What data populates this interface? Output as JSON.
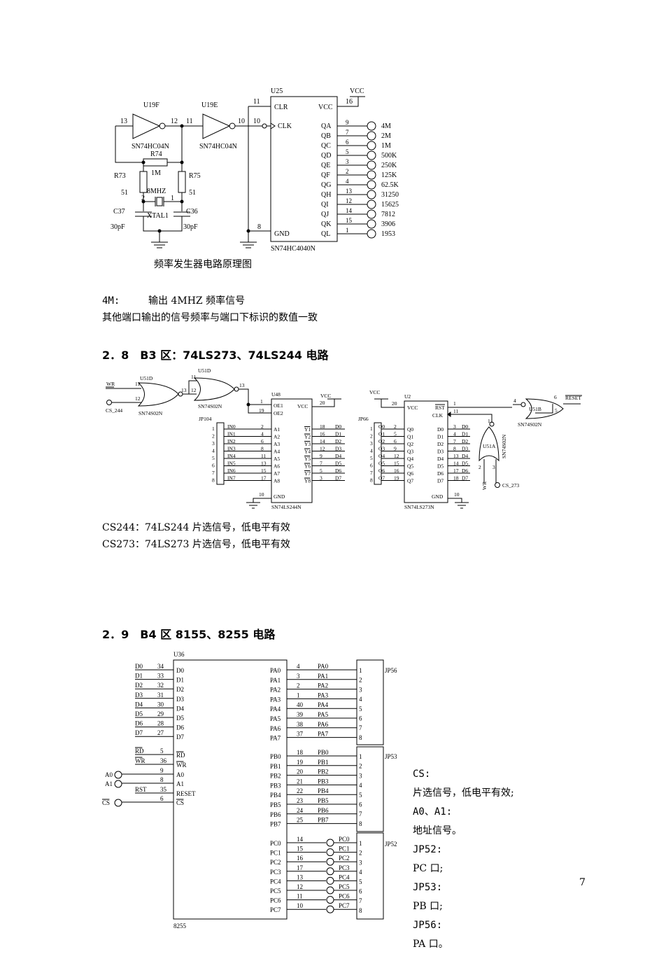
{
  "fig1": {
    "caption": "频率发生器电路原理图",
    "u19f": "U19F",
    "u19e": "U19E",
    "u19_part": "SN74HC04N",
    "u25": "U25",
    "u25_part": "SN74HC4040N",
    "vcc": "VCC",
    "clr": "CLR",
    "clk": "CLK",
    "gnd": "GND",
    "r74": "R74",
    "r74_val": "1M",
    "r73": "R73",
    "r73_val": "51",
    "r75": "R75",
    "r75_val": "51",
    "xtal": "XTAL1",
    "xtal_freq": "8MHZ",
    "c37": "C37",
    "c37_val": "30pF",
    "c36": "C36",
    "c36_val": "30pF",
    "pins": {
      "p13": "13",
      "p12": "12",
      "p11": "11",
      "p10": "10",
      "p11b": "11",
      "p10b": "10",
      "p16": "16",
      "p8": "8",
      "p2": "2",
      "p1": "1"
    },
    "outputs": [
      {
        "name": "QA",
        "pin": "9",
        "freq": "4M"
      },
      {
        "name": "QB",
        "pin": "7",
        "freq": "2M"
      },
      {
        "name": "QC",
        "pin": "6",
        "freq": "1M"
      },
      {
        "name": "QD",
        "pin": "5",
        "freq": "500K"
      },
      {
        "name": "QE",
        "pin": "3",
        "freq": "250K"
      },
      {
        "name": "QF",
        "pin": "2",
        "freq": "125K"
      },
      {
        "name": "QG",
        "pin": "4",
        "freq": "62.5K"
      },
      {
        "name": "QH",
        "pin": "13",
        "freq": "31250"
      },
      {
        "name": "QI",
        "pin": "12",
        "freq": "15625"
      },
      {
        "name": "QJ",
        "pin": "14",
        "freq": "7812"
      },
      {
        "name": "QK",
        "pin": "15",
        "freq": "3906"
      },
      {
        "name": "QL",
        "pin": "1",
        "freq": "1953"
      }
    ]
  },
  "notes1": {
    "line1_label": "4M:",
    "line1_text": "输出 4MHZ 频率信号",
    "line2": "其他端口输出的信号频率与端口下标识的数值一致"
  },
  "section28": {
    "title": "2．8　B3 区：74LS273、74LS244 电路"
  },
  "fig2": {
    "u51d": "U51D",
    "u51d_part": "SN74S02N",
    "wr": "WR",
    "cs244": "CS_244",
    "u48": "U48",
    "u48_part": "SN74LS244N",
    "oe1": "OE1",
    "oe2": "OE2",
    "jp104": "JP104",
    "jp66": "JP66",
    "u2": "U2",
    "u2_part": "SN74LS273N",
    "rst": "RST",
    "clk": "CLK",
    "u51b": "U51B",
    "u51b_part": "SN74S02N",
    "u51a": "U51A",
    "u51a_part": "SN74S02N",
    "reset": "RESET",
    "cs273": "CS_273",
    "vcc": "VCC",
    "gnd": "GND",
    "in_pins": [
      {
        "jp": "1",
        "net": "IN0",
        "pin": "2",
        "a": "A1",
        "y": "Y1",
        "ypin": "18",
        "d": "D0"
      },
      {
        "jp": "2",
        "net": "IN1",
        "pin": "4",
        "a": "A2",
        "y": "Y2",
        "ypin": "16",
        "d": "D1"
      },
      {
        "jp": "3",
        "net": "IN2",
        "pin": "6",
        "a": "A3",
        "y": "Y3",
        "ypin": "14",
        "d": "D2"
      },
      {
        "jp": "4",
        "net": "IN3",
        "pin": "8",
        "a": "A4",
        "y": "Y4",
        "ypin": "12",
        "d": "D3"
      },
      {
        "jp": "5",
        "net": "IN4",
        "pin": "11",
        "a": "A5",
        "y": "Y5",
        "ypin": "9",
        "d": "D4"
      },
      {
        "jp": "6",
        "net": "IN5",
        "pin": "13",
        "a": "A6",
        "y": "Y6",
        "ypin": "7",
        "d": "D5"
      },
      {
        "jp": "7",
        "net": "IN6",
        "pin": "15",
        "a": "A7",
        "y": "Y7",
        "ypin": "5",
        "d": "D6"
      },
      {
        "jp": "8",
        "net": "IN7",
        "pin": "17",
        "a": "A8",
        "y": "Y8",
        "ypin": "3",
        "d": "D7"
      }
    ],
    "out_pins": [
      {
        "jp": "1",
        "net": "O0",
        "pin": "2",
        "q": "Q0",
        "d": "D0",
        "dpin": "3"
      },
      {
        "jp": "2",
        "net": "O1",
        "pin": "5",
        "q": "Q1",
        "d": "D1",
        "dpin": "4"
      },
      {
        "jp": "3",
        "net": "O2",
        "pin": "6",
        "q": "Q2",
        "d": "D2",
        "dpin": "7"
      },
      {
        "jp": "4",
        "net": "O3",
        "pin": "9",
        "q": "Q3",
        "d": "D3",
        "dpin": "8"
      },
      {
        "jp": "5",
        "net": "O4",
        "pin": "12",
        "q": "Q4",
        "d": "D4",
        "dpin": "13"
      },
      {
        "jp": "6",
        "net": "O5",
        "pin": "15",
        "q": "Q5",
        "d": "D5",
        "dpin": "14"
      },
      {
        "jp": "7",
        "net": "O6",
        "pin": "16",
        "q": "Q6",
        "d": "D6",
        "dpin": "17"
      },
      {
        "jp": "8",
        "net": "O7",
        "pin": "19",
        "q": "Q7",
        "d": "D7",
        "dpin": "18"
      }
    ]
  },
  "notes2": {
    "line1": "CS244：74LS244 片选信号，低电平有效",
    "line2": "CS273：74LS273 片选信号，低电平有效"
  },
  "section29": {
    "title": "2．9　B4 区 8155、8255 电路"
  },
  "fig3": {
    "u36": "U36",
    "part": "8255",
    "jp56": "JP56",
    "jp53": "JP53",
    "jp52": "JP52",
    "data_pins": [
      {
        "net": "D0",
        "pin": "34",
        "name": "D0"
      },
      {
        "net": "D1",
        "pin": "33",
        "name": "D1"
      },
      {
        "net": "D2",
        "pin": "32",
        "name": "D2"
      },
      {
        "net": "D3",
        "pin": "31",
        "name": "D3"
      },
      {
        "net": "D4",
        "pin": "30",
        "name": "D4"
      },
      {
        "net": "D5",
        "pin": "29",
        "name": "D5"
      },
      {
        "net": "D6",
        "pin": "28",
        "name": "D6"
      },
      {
        "net": "D7",
        "pin": "27",
        "name": "D7"
      }
    ],
    "ctrl_pins": [
      {
        "net": "RD",
        "pin": "5",
        "name": "RD"
      },
      {
        "net": "WR",
        "pin": "36",
        "name": "WR"
      },
      {
        "net": "A0",
        "pin": "9",
        "name": "A0"
      },
      {
        "net": "A1",
        "pin": "8",
        "name": "A1"
      },
      {
        "net": "RST",
        "pin": "35",
        "name": "RESET"
      },
      {
        "net": "CS",
        "pin": "6",
        "name": "CS"
      }
    ],
    "pa": [
      {
        "name": "PA0",
        "pin": "4"
      },
      {
        "name": "PA1",
        "pin": "3"
      },
      {
        "name": "PA2",
        "pin": "2"
      },
      {
        "name": "PA3",
        "pin": "1"
      },
      {
        "name": "PA4",
        "pin": "40"
      },
      {
        "name": "PA5",
        "pin": "39"
      },
      {
        "name": "PA6",
        "pin": "38"
      },
      {
        "name": "PA7",
        "pin": "37"
      }
    ],
    "pb": [
      {
        "name": "PB0",
        "pin": "18"
      },
      {
        "name": "PB1",
        "pin": "19"
      },
      {
        "name": "PB2",
        "pin": "20"
      },
      {
        "name": "PB3",
        "pin": "21"
      },
      {
        "name": "PB4",
        "pin": "22"
      },
      {
        "name": "PB5",
        "pin": "23"
      },
      {
        "name": "PB6",
        "pin": "24"
      },
      {
        "name": "PB7",
        "pin": "25"
      }
    ],
    "pc": [
      {
        "name": "PC0",
        "pin": "14"
      },
      {
        "name": "PC1",
        "pin": "15"
      },
      {
        "name": "PC2",
        "pin": "16"
      },
      {
        "name": "PC3",
        "pin": "17"
      },
      {
        "name": "PC4",
        "pin": "13"
      },
      {
        "name": "PC5",
        "pin": "12"
      },
      {
        "name": "PC6",
        "pin": "11"
      },
      {
        "name": "PC7",
        "pin": "10"
      }
    ],
    "conn_pins": [
      "1",
      "2",
      "3",
      "4",
      "5",
      "6",
      "7",
      "8"
    ]
  },
  "notes3": [
    {
      "label": "CS:",
      "text": "片选信号，低电平有效;"
    },
    {
      "label": "A0、A1:",
      "text": "地址信号。"
    },
    {
      "label": "JP52:",
      "text": "PC 口;"
    },
    {
      "label": "JP53:",
      "text": "PB 口;"
    },
    {
      "label": "JP56:",
      "text": "PA 口。"
    }
  ],
  "page_number": "7"
}
